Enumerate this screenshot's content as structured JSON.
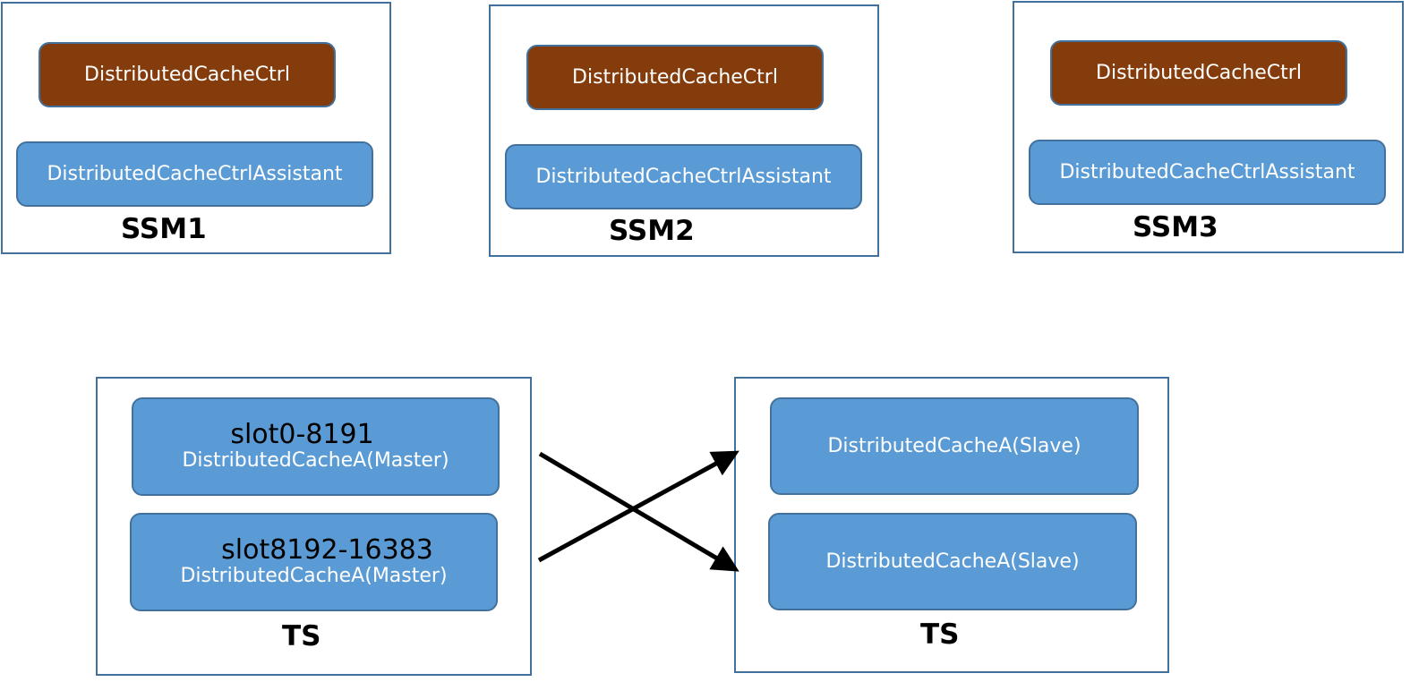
{
  "ssm_panels": [
    {
      "ctrl": "DistributedCacheCtrl",
      "assistant": "DistributedCacheCtrlAssistant",
      "label": "SSM1"
    },
    {
      "ctrl": "DistributedCacheCtrl",
      "assistant": "DistributedCacheCtrlAssistant",
      "label": "SSM2"
    },
    {
      "ctrl": "DistributedCacheCtrl",
      "assistant": "DistributedCacheCtrlAssistant",
      "label": "SSM3"
    }
  ],
  "ts_master": {
    "label": "TS",
    "nodes": [
      {
        "slot": "slot0-8191",
        "name": "DistributedCacheA(Master)"
      },
      {
        "slot": "slot8192-16383",
        "name": "DistributedCacheA(Master)"
      }
    ]
  },
  "ts_slave": {
    "label": "TS",
    "nodes": [
      {
        "name": "DistributedCacheA(Slave)"
      },
      {
        "name": "DistributedCacheA(Slave)"
      }
    ]
  },
  "colors": {
    "border": "#41719c",
    "ctrl_fill": "#843c0c",
    "node_fill": "#5b9bd5",
    "arrow": "#000000"
  }
}
